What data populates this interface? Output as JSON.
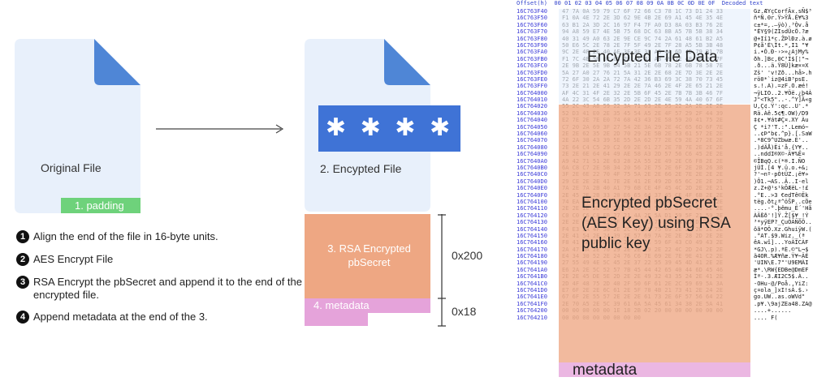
{
  "left_diagram": {
    "original_file_label": "Original File",
    "padding_label": "1. padding",
    "encrypted_file_label": "2. Encypted File",
    "password_mask": "✱ ✱ ✱ ✱",
    "rsa_block_label": "3. RSA Encrypted pbSecret",
    "metadata_label": "4. metadata",
    "size_rsa": "0x200",
    "size_meta": "0x18"
  },
  "steps": [
    {
      "num": "1",
      "text": "Align the end of the file in 16-byte units."
    },
    {
      "num": "2",
      "text": "AES Encrypt File"
    },
    {
      "num": "3",
      "text": "RSA Encrypt the pbSecret and append it to the end of the encrypted file."
    },
    {
      "num": "4",
      "text": "Append metadata at the end of the 3."
    }
  ],
  "hex_view": {
    "header": "Offset(h)  00 01 02 03 04 05 06 07 08 09 0A 0B 0C 0D 0E 0F  Decoded text",
    "offsets": [
      "16C763F40",
      "16C763F50",
      "16C763F60",
      "16C763F70",
      "16C763F80",
      "16C763F90",
      "16C763FA0",
      "16C763FB0",
      "16C763FC0",
      "16C763FD0",
      "16C763FE0",
      "16C763FF0",
      "16C764000",
      "16C764010",
      "16C764020",
      "16C764030",
      "16C764040",
      "16C764050",
      "16C764060",
      "16C764070",
      "16C764080",
      "16C764090",
      "16C7640A0",
      "16C7640B0",
      "16C7640C0",
      "16C7640D0",
      "16C7640E0",
      "16C7640F0",
      "16C764100",
      "16C764110",
      "16C764120",
      "16C764130",
      "16C764140",
      "16C764150",
      "16C764160",
      "16C764170",
      "16C764180",
      "16C764190",
      "16C7641A0",
      "16C7641B0",
      "16C7641C0",
      "16C7641D0",
      "16C7641E0",
      "16C7641F0",
      "16C764200",
      "16C764210"
    ],
    "bytes_rows": [
      "47 7A 0A 59 79 C7 6F 72 66 C3 78 1C 73 D1 24 33",
      "F1 0A 4E 72 2E 3D 62 9E 4B 2E 69 A1 45 4E 35 4E",
      "63 B1 2A 3D 2C 16 97 F4 7F A0 D3 8A 03 B3 76 2E",
      "94 A8 59 E7 4E 5B 75 68 DC 63 8B A5 7B 5B 38 34",
      "40 31 49 A0 63 2E 9E CE 9C 74 2A 61 48 61 B2 A5",
      "50 E6 5C 2E 78 2E 7F 5F 49 2E 7F 28 A5 5B 3B 48",
      "9C 2E 4F 2E 40 AE 3E 3E 3C A6 4A 6D 4D 79 B1 7B",
      "F1 7C 4E 5B 62 63 2E 4F 43 A8 49 7E 48 60 2E 7F",
      "2E 9B 2E 5E 9B 64 5B 21 5E 6B 78 2E 6B 78 58 7E",
      "5A 27 A0 27 76 21 5A 31 2E 2E 68 2E 7D 3E 2E 2E",
      "72 6F 30 2A 2A 72 7A 42 36 B3 69 3C 38 70 73 45",
      "73 2E 21 2E 41 29 2E 2E 7A 46 2E 4F 2E 65 21 2E",
      "AF 4C 31 4F 2E 32 2E 5B 6F 45 2E 7B 7B 3B 46 7F",
      "4A 22 3C 54 6B 35 2D 2E 2D 2E 4E 59 4A 40 67 6F",
      "55 2C 43 A8 59 22 3A 71 63 2E 55 22 2A 2E 2E 2E",
      "52 D3 41 E0 2E 35 45 54 A5 2E 4F 57 29 2F 44 39",
      "E2 7E 2E 7E E0 74 68 43 43 2E 58 59 20 41 75 2E",
      "C7 20 2A 69 3F 27 54 2E 3A 29 2E 4C 65 6D 6F 7E",
      "2E 2E 62 35 2E 2D 70 29 2E 5B 2E 53 61 57 2E 2E",
      "2E 2A 38 43 39 5E 55 5A 62 77 2E C9 2E 27 2E 2E",
      "2E 64 C4 C5 29 C2 69 2E 61 27 2E 7B 7E 2E 2E 2E",
      "2E 2E 6E 64 64 49 AE 58 A3 2D 57 56 C6 45 2E 2E",
      "A9 42 71 51 2E 63 28 2A 55 2E 49 2E C6 F8 2E 2E",
      "6A C8 C7 2E 5B 34 20 56 2E 75 2E 6F 2E 2B 26 3B",
      "3F 2E 6E 22 70 4F 75 5A 2E 2E 66 2E 7E 2E 2E 2E",
      "29 CE 2E 2E 41 7E 2E 41 2E 49 2D 65 6C 2E 2E 2E",
      "7A 2E 7A 2B 40 A1 79 6B CE 4F 45 4C 2D 2E 2E 21",
      "2E 45 2E 2B 33 20 E6 65 64 37 45 CE 4F 6B 2E 2E",
      "74 EA 67 2E 6F 28 A1 5E 30 E3 50 2E 2E 63 2E 2E",
      "2E 2E 2E 2D 2E 70 C4 6D 75 5F 26 B9 2E 48 2E 2E",
      "C0 C0 C6 C8 FB 27 21 4A 2E 5A D1 59 5F 21 59 2E",
      "2E 2E 79 E7 55 3F 50 2E 43 75 D3 D6 C3 D1 2E 2E",
      "F4 E3 2A 4F 58 2E 2C 47 68 75 69 2E 2E 2E 2E 2E",
      "2E 41 54 2E 24 39 2E 57 69 7A 2E 2E 28 2D 2E 2E",
      "F8 41 2E 77 6A 5D 2E 2E 2E 59 6F 43 C0 49 43 2E",
      "2A 47 4A 2E 70 29 2E 2E C9 2E 22 4C 2D 24 2E 2E",
      "E4 34 30 52 2E 24 76 C6 7E 69 2E 7E 9E 41 C2 2E",
      "27 55 49 4E 5C 45 2E 37 22 55 39 45 4D 41 2E 2E",
      "E6 2A 2E 5C 52 57 7B 45 44 42 65 40 44 6D 45 46",
      "2E 2E 45 DE 5E 2D 2E 2E 49 32 43 35 24 2E 41 2E",
      "2D 4F 48 75 2D 40 2F 50 6F 61 2E 2C 59 69 5A 3A",
      "E7 6F 2E 2E 6C 61 2E 5F 78 4B 21 73 41 2E 24 2E",
      "67 6F 2E 55 57 2E 2E 2E 61 73 2E 6F 57 56 64 22",
      "2E 70 A5 2E 5C 39 61 6A 5A 45 61 34 38 2E 5A 41",
      "00 00 00 00 00 1E 18 2B 02 20 00 00 00 00 00 00",
      "00 00 00 00 00 00 00 00"
    ],
    "decoded_rows": [
      "Gz.ÆYçCorfÃx.sÑ$³",
      "ñ*Ñ.0r.Ÿ>ŸÅ.Ë¥%3",
      "c±*=,.—ÿò).³Òv.å",
      "\"ÈY§9(ZIsdÜcÖ.?æ",
      "@+Iî1*c.ŽÞlÐz.à.ø",
      "P¢å'È\\Ït.*,I1 \"¥",
      "i.•Ó.Ð-›>»¿AjMy%",
      "ðh.]Bc,0C³Í$[¦\"¬",
      ".ð...ä.Ÿ8Ù]kæ¤¤X",
      "Zš' 'v!Zð...hå>.h",
      "rö0*`iz@4iB³psE.",
      "s.!.A).=zF.O.æé!",
      "¬ÿLIO..2.¥Öë.¿þ4À",
      "J\"<Tk5\"..-.^Y]Ä«g",
      "U,Ç¢.Ÿ':qc..U'.*",
      "Rä.Àê.5¢¶.OW)/D9",
      "‡¢•.¥át#Ç¤.XY Àu",
      "Ç *i?'T.:\".Lemó~",
      "..¢Þ\"b¢.^p}.[.SaW",
      ".*8C9^UZbwæ.É'..",
      ".)dÄÅ)Ëi'å.{Y¥..",
      "..nddI®X©-Ä¥%Ë¤",
      "©ÎBqQ.c(*®.I.ÑO",
      "jÙÌ.[4 ¥.ü.o.+&;",
      "?'¬nº-pÒtÜZ.¡ë¥»",
      ")Ô1.¬AS..Ä..I-el",
      "z.Z+@¹s¹kÕÆëL-!£",
      ".°E..>3 €edTê©Ëk",
      "tëg.ðt¿ª^öŠP..cÖe",
      "....-°.þêmu_Ë´'Hå",
      "ÀÄßð'!]Ÿ.Ž[$¥_!Ý",
      "³*yÿEP?_ÇuÓÃÑõÖ..",
      "ôã*OÖ.Xz.GhuiÿW.(",
      ".°AT.$9.Wiz._(ª",
      "êA.wî]...YoÄÌCÀF",
      "*GJ\\.p).ªÈ.©\"L¬$",
      "ä4OR.%Æ¥ñæ.Ÿ¥~ÄÈ",
      "'UIN\\E.7\"'U9EMÀI",
      "æ*.\\RW{EDBe@DmEF",
      "Ïª-.3.ÆI2C5$.À..",
      "-OHu-@/Poå.,YiZ:",
      "ç¤ola_]xI!sÀ.$.›",
      "go.UW..as.oWVd\"",
      ".p¥.\\9ajZEa48.ZA@",
      "....+......",
      ".... F("
    ],
    "overlay_labels": {
      "data": "Encypted File Data",
      "key": "Encrypted pbSecret (AES Key) using RSA public key",
      "meta": "metadata"
    }
  }
}
